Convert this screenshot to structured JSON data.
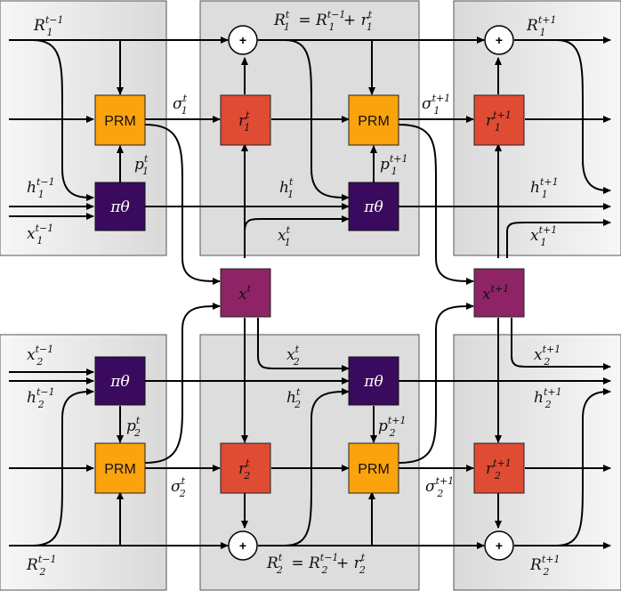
{
  "colors": {
    "prm": "#FBA30C",
    "reward": "#E04B33",
    "policy": "#3A0A5E",
    "state": "#8E2465",
    "panel_dark": "#DDDDDD",
    "panel_light": "#F6F6F6",
    "panel_border": "#555555"
  },
  "labels": {
    "prm": "PRM",
    "plus": "+",
    "pi_theta": "πθ"
  },
  "equations": {
    "top": {
      "lhs": "R",
      "lhs_sup": "t",
      "lhs_sub": "1",
      "rhs_a": "R",
      "rhs_a_sup": "t−1",
      "rhs_a_sub": "1",
      "op": "+",
      "rhs_b": "r",
      "rhs_b_sup": "t",
      "rhs_b_sub": "1"
    },
    "bottom": {
      "lhs": "R",
      "lhs_sup": "t",
      "lhs_sub": "2",
      "rhs_a": "R",
      "rhs_a_sup": "t−1",
      "rhs_a_sub": "2",
      "op": "+",
      "rhs_b": "r",
      "rhs_b_sup": "t",
      "rhs_b_sub": "2"
    }
  },
  "math_labels": [
    {
      "id": "R1tm1",
      "base": "R",
      "sub": "1",
      "sup": "t−1"
    },
    {
      "id": "R1tp1",
      "base": "R",
      "sub": "1",
      "sup": "t+1"
    },
    {
      "id": "sigma1t",
      "base": "σ",
      "sub": "1",
      "sup": "t"
    },
    {
      "id": "sigma1tp1",
      "base": "σ",
      "sub": "1",
      "sup": "t+1"
    },
    {
      "id": "p1t",
      "base": "p",
      "sub": "1",
      "sup": "t"
    },
    {
      "id": "p1tp1",
      "base": "p",
      "sub": "1",
      "sup": "t+1"
    },
    {
      "id": "h1tm1",
      "base": "h",
      "sub": "1",
      "sup": "t−1"
    },
    {
      "id": "x1tm1",
      "base": "x",
      "sub": "1",
      "sup": "t−1"
    },
    {
      "id": "h1t",
      "base": "h",
      "sub": "1",
      "sup": "t"
    },
    {
      "id": "x1t",
      "base": "x",
      "sub": "1",
      "sup": "t"
    },
    {
      "id": "h1tp1",
      "base": "h",
      "sub": "1",
      "sup": "t+1"
    },
    {
      "id": "x1tp1",
      "base": "x",
      "sub": "1",
      "sup": "t+1"
    },
    {
      "id": "x2tm1",
      "base": "x",
      "sub": "2",
      "sup": "t−1"
    },
    {
      "id": "h2tm1",
      "base": "h",
      "sub": "2",
      "sup": "t−1"
    },
    {
      "id": "x2t",
      "base": "x",
      "sub": "2",
      "sup": "t"
    },
    {
      "id": "h2t",
      "base": "h",
      "sub": "2",
      "sup": "t"
    },
    {
      "id": "x2tp1",
      "base": "x",
      "sub": "2",
      "sup": "t+1"
    },
    {
      "id": "h2tp1",
      "base": "h",
      "sub": "2",
      "sup": "t+1"
    },
    {
      "id": "p2t",
      "base": "p",
      "sub": "2",
      "sup": "t"
    },
    {
      "id": "p2tp1",
      "base": "p",
      "sub": "2",
      "sup": "t+1"
    },
    {
      "id": "sigma2t",
      "base": "σ",
      "sub": "2",
      "sup": "t"
    },
    {
      "id": "sigma2tp1",
      "base": "σ",
      "sub": "2",
      "sup": "t+1"
    },
    {
      "id": "R2tm1",
      "base": "R",
      "sub": "2",
      "sup": "t−1"
    },
    {
      "id": "R2tp1",
      "base": "R",
      "sub": "2",
      "sup": "t+1"
    }
  ],
  "nodes": {
    "r1t": {
      "base": "r",
      "sub": "1",
      "sup": "t"
    },
    "r1tp1": {
      "base": "r",
      "sub": "1",
      "sup": "t+1"
    },
    "r2t": {
      "base": "r",
      "sub": "2",
      "sup": "t"
    },
    "r2tp1": {
      "base": "r",
      "sub": "2",
      "sup": "t+1"
    },
    "xt": {
      "base": "x",
      "sub": "",
      "sup": "t"
    },
    "xtp1": {
      "base": "x",
      "sub": "",
      "sup": "t+1"
    }
  }
}
